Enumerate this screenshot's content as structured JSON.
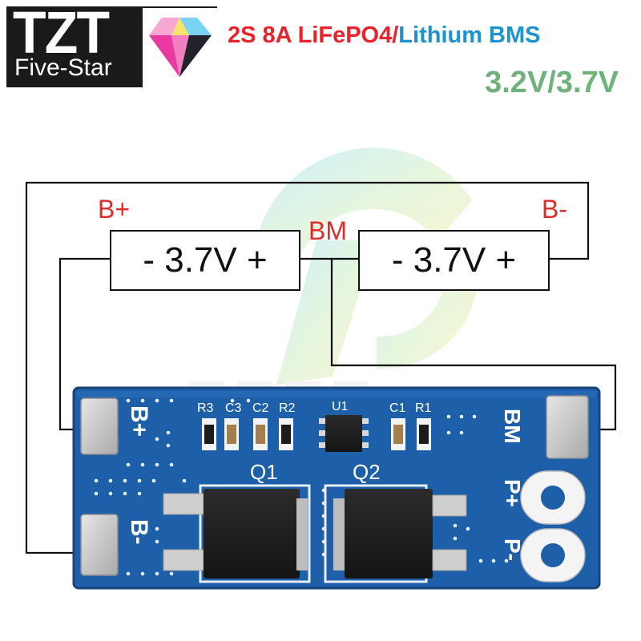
{
  "logo": {
    "brand": "TZT",
    "tagline": "Five-Star"
  },
  "title": {
    "model": "2S 8A LiFePO4",
    "separator": "/",
    "type": "Lithium BMS",
    "voltage": "3.2V/3.7V"
  },
  "wiring": {
    "b_plus": "B+",
    "b_minus": "B-",
    "bm": "BM",
    "cell_1": "- 3.7V +",
    "cell_2": "- 3.7V +"
  },
  "board": {
    "pad_b_plus": "B+",
    "pad_b_minus": "B-",
    "pad_bm": "BM",
    "pad_p_plus": "P+",
    "pad_p_minus": "P-",
    "ref_r3": "R3",
    "ref_c3": "C3",
    "ref_c2": "C2",
    "ref_r2": "R2",
    "ref_u1": "U1",
    "ref_c1": "C1",
    "ref_r1": "R1",
    "ref_q1": "Q1",
    "ref_q2": "Q2"
  },
  "colors": {
    "title_red": "#e8232b",
    "title_blue": "#1a93cf",
    "voltage_green": "#6fb27a",
    "label_red": "#e02a2a",
    "pcb_blue": "#1d5fa8",
    "pcb_dark": "#16457e",
    "pad_silver": "#c9c9c9",
    "wire_black": "#111111"
  }
}
